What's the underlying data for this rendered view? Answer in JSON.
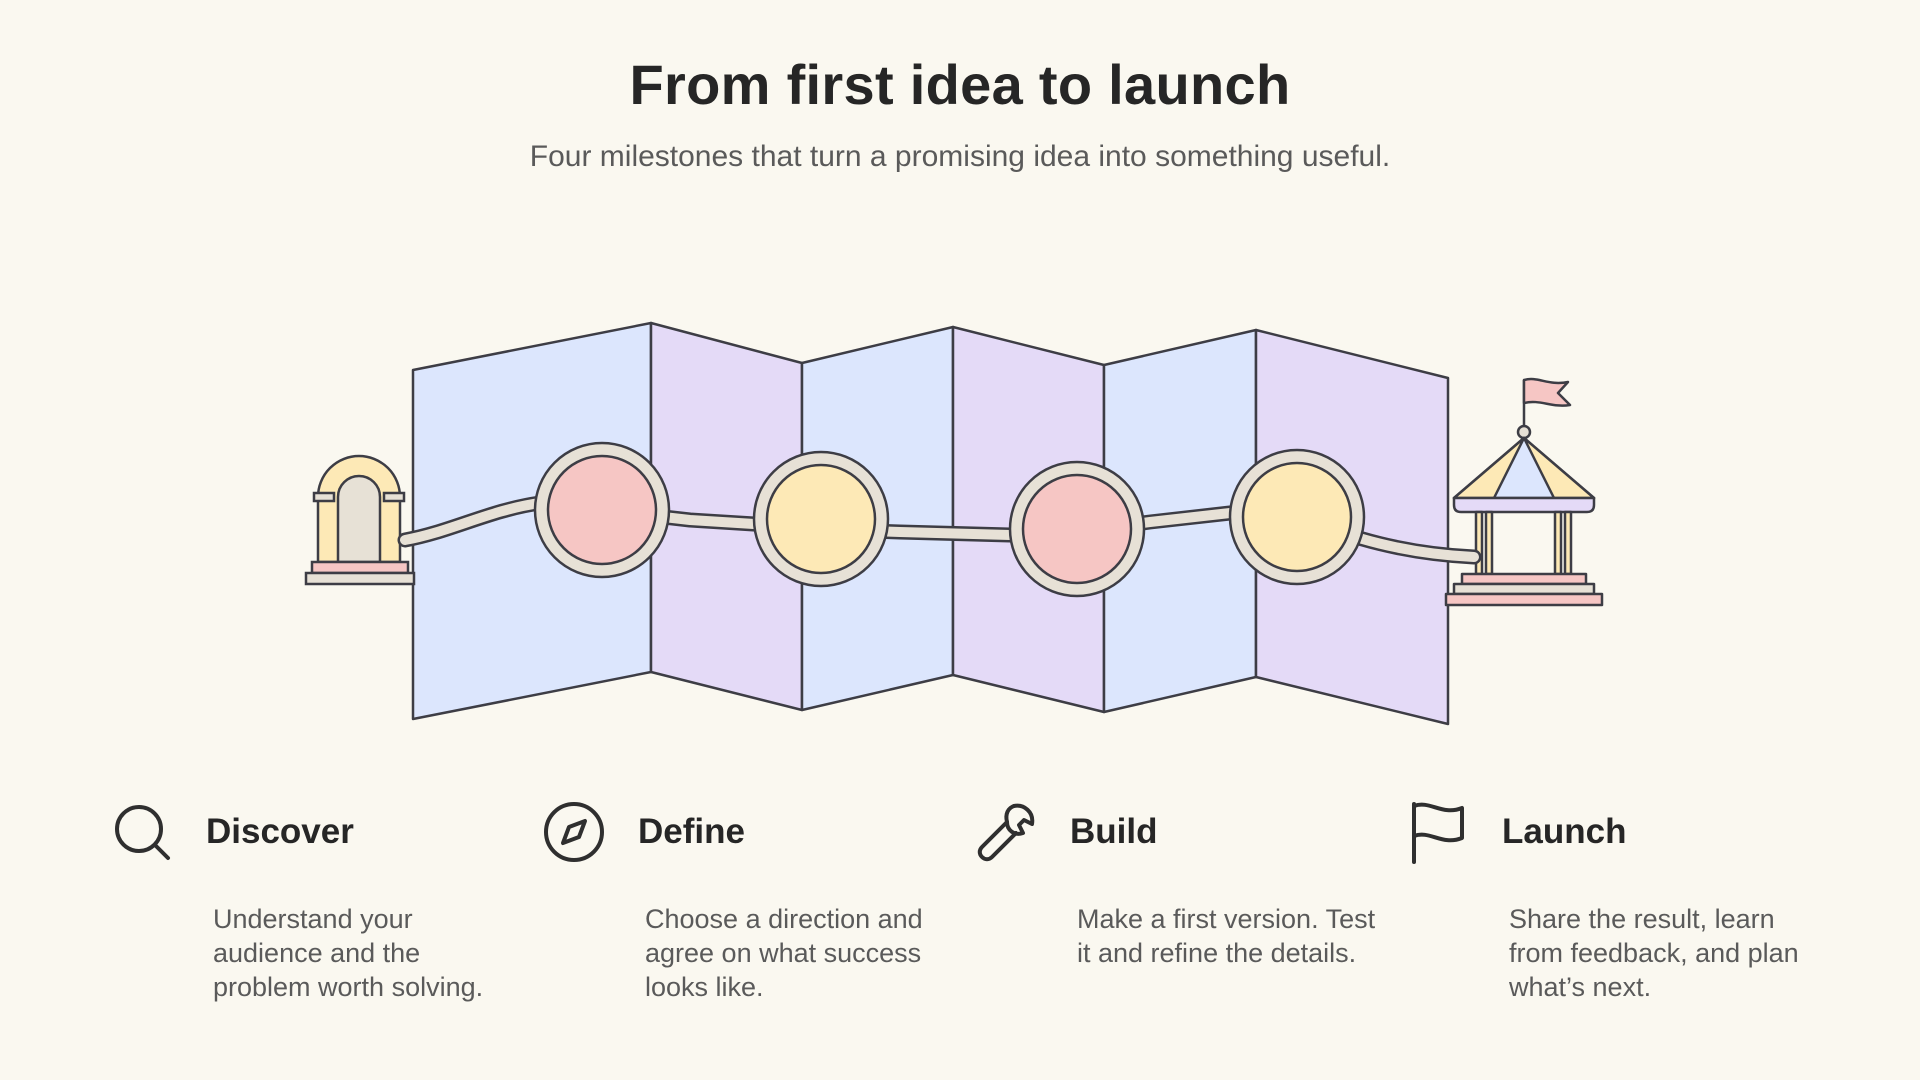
{
  "header": {
    "title": "From first idea to launch",
    "subtitle": "Four milestones that turn a promising idea into something useful."
  },
  "colors": {
    "background": "#faf8f0",
    "panel_blue": "#dce6fd",
    "panel_purple": "#e4daf7",
    "milestone_pink": "#f6c6c4",
    "milestone_yellow": "#fde9b6",
    "path": "#e7e1d6",
    "outline": "#3d3d45"
  },
  "milestones": [
    {
      "name": "Discover",
      "icon": "search-icon",
      "color": "pink"
    },
    {
      "name": "Define",
      "icon": "compass-icon",
      "color": "yellow"
    },
    {
      "name": "Build",
      "icon": "wrench-icon",
      "color": "pink"
    },
    {
      "name": "Launch",
      "icon": "flag-icon",
      "color": "yellow"
    }
  ],
  "steps": [
    {
      "name": "Discover",
      "icon": "search-icon",
      "description": "Understand your audience and the problem worth solving."
    },
    {
      "name": "Define",
      "icon": "compass-icon",
      "description": "Choose a direction and agree on what success looks like."
    },
    {
      "name": "Build",
      "icon": "wrench-icon",
      "description": "Make a first version. Test it and refine the details."
    },
    {
      "name": "Launch",
      "icon": "flag-icon",
      "description": "Share the result, learn from feedback, and plan what’s next."
    }
  ],
  "landmarks": {
    "start": "archway-icon",
    "end": "pavilion-icon"
  }
}
